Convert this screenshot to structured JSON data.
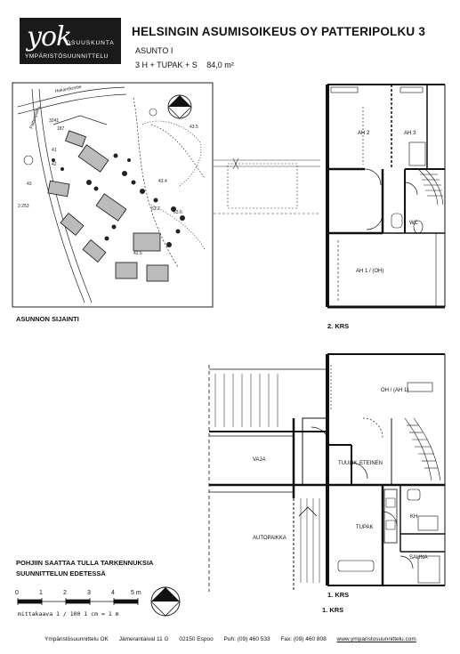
{
  "logo": {
    "mark": "yok",
    "line1": "OSUUSKUNTA",
    "line2": "YMPÄRISTÖSUUNNITTELU"
  },
  "header": {
    "title": "HELSINGIN ASUMISOIKEUS OY PATTERIPOLKU 3",
    "apartment": "ASUNTO I",
    "type": "3 H + TUPAK + S",
    "area": "84,0 m²"
  },
  "site_plan": {
    "caption": "ASUNNON SIJAINTI",
    "labels": [
      "Patteripolku",
      "Hakariskontie",
      "41",
      "42",
      "43",
      "2:253",
      "187",
      "3241",
      "63.2",
      "63.6",
      "43.5",
      "43.4",
      "42.5"
    ]
  },
  "floor2": {
    "label": "2. KRS",
    "rooms": [
      "AH 2",
      "AH 3",
      "WC",
      "AH 1 / (OH)"
    ]
  },
  "floor1": {
    "label": "1. KRS",
    "rooms": [
      "OH / (AH 1)",
      "VAJA",
      "TUULIK",
      "ETEINEN",
      "TUPAK",
      "AUTOPAIKKA",
      "KH",
      "SAUNA"
    ]
  },
  "notes": {
    "line1": "POHJIIN SAATTAA TULLA TARKENNUKSIA",
    "line2": "SUUNNITTELUN EDETESSÄ"
  },
  "scale": {
    "ticks": [
      "0",
      "1",
      "2",
      "3",
      "4",
      "5 m"
    ],
    "text": "mittakaava 1 / 100    1 cm = 1 m",
    "floor_label": "1. KRS"
  },
  "footer": {
    "company": "Ympäristösuunnittelu OK",
    "address": "Jämerantaival 11 G",
    "city": "02150 Espoo",
    "phone": "Puh: (09) 460 533",
    "fax": "Fax: (09) 460 808",
    "url": "www.ymparistosuunnittelu.com"
  },
  "colors": {
    "ink": "#111111",
    "logo_bg": "#1a1a1a"
  }
}
